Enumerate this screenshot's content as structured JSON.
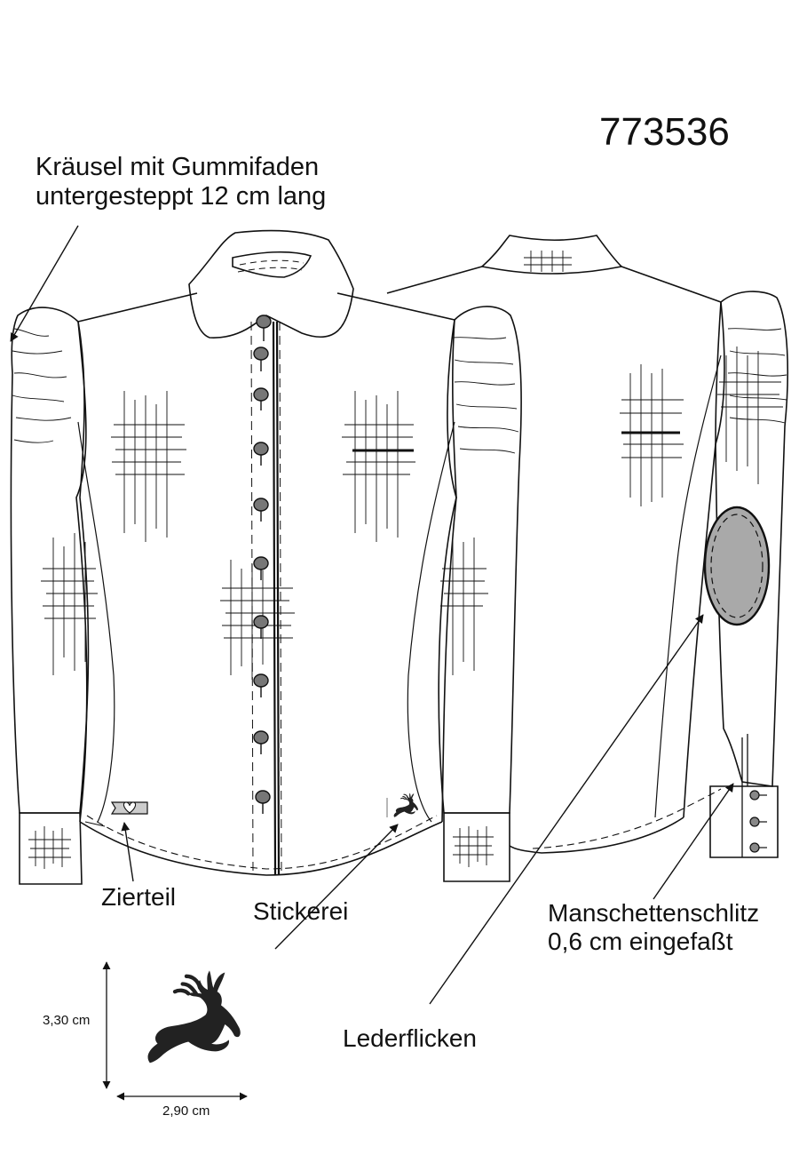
{
  "article_number": "773536",
  "annotations": {
    "kraeusel_line1": "Kräusel mit Gummifaden",
    "kraeusel_line2": "untergesteppt 12 cm lang",
    "zierteil": "Zierteil",
    "stickerei": "Stickerei",
    "manschettenschlitz_line1": "Manschettenschlitz",
    "manschettenschlitz_line2": "0,6 cm eingefaßt",
    "lederflicken": "Lederflicken"
  },
  "embroidery_dimensions": {
    "height": "3,30 cm",
    "width": "2,90 cm"
  },
  "colors": {
    "line": "#111111",
    "button_fill": "#777777",
    "patch_fill": "#a9a9a9",
    "motif_fill": "#222222"
  },
  "icons": {
    "motif": "leaping-deer",
    "ornament": "heart"
  }
}
